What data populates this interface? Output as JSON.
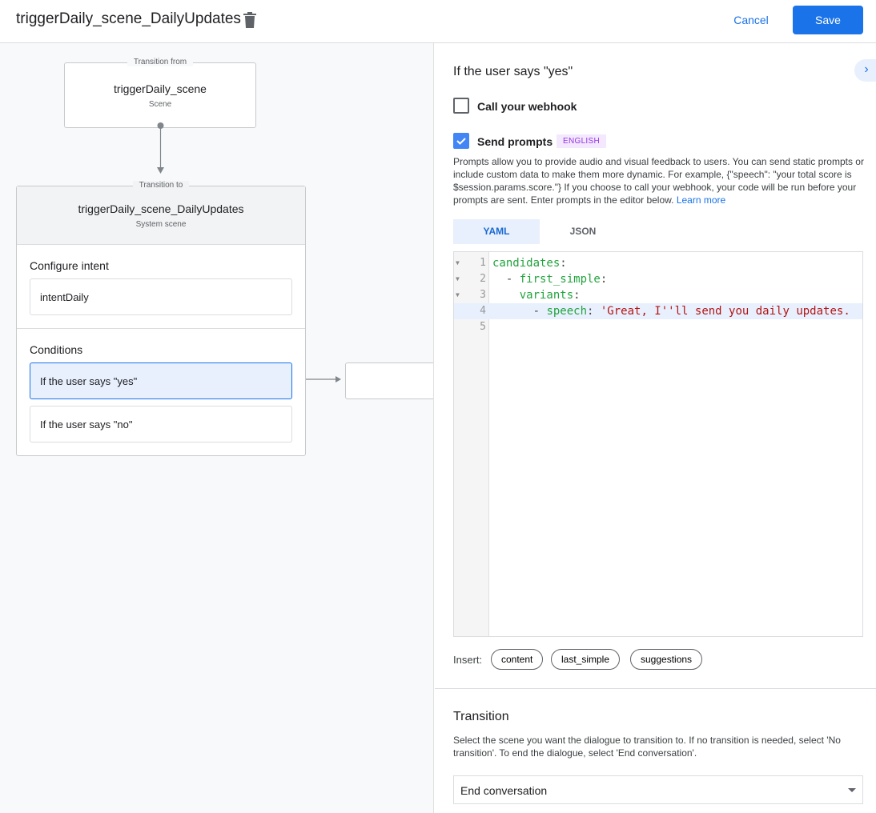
{
  "header": {
    "title": "triggerDaily_scene_DailyUpdates",
    "cancel": "Cancel",
    "save": "Save",
    "delete_icon": "trash-icon"
  },
  "canvas": {
    "from": {
      "legend": "Transition from",
      "name": "triggerDaily_scene",
      "type": "Scene"
    },
    "to": {
      "legend": "Transition to",
      "name": "triggerDaily_scene_DailyUpdates",
      "type": "System scene",
      "intent_heading": "Configure intent",
      "intent": "intentDaily",
      "conditions_heading": "Conditions",
      "conditions": [
        "If the user says \"yes\"",
        "If the user says \"no\""
      ]
    }
  },
  "panel": {
    "title": "If the user says \"yes\"",
    "webhook": {
      "label": "Call your webhook",
      "checked": false
    },
    "prompts": {
      "label": "Send prompts",
      "checked": true,
      "badge": "ENGLISH"
    },
    "description": "Prompts allow you to provide audio and visual feedback to users. You can send static prompts or include custom data to make them more dynamic. For example, {\"speech\": \"your total score is $session.params.score.\"} If you choose to call your webhook, your code will be run before your prompts are sent. Enter prompts in the editor below.",
    "learn_more": "Learn more",
    "tabs": [
      "YAML",
      "JSON"
    ],
    "active_tab": "YAML",
    "code_lines": [
      {
        "n": "1",
        "key": "candidates",
        "indent": "",
        "dash": "",
        "val": ""
      },
      {
        "n": "2",
        "key": "first_simple",
        "indent": "  ",
        "dash": "- ",
        "val": ""
      },
      {
        "n": "3",
        "key": "variants",
        "indent": "    ",
        "dash": "",
        "val": ""
      },
      {
        "n": "4",
        "key": "speech",
        "indent": "      ",
        "dash": "- ",
        "val": " 'Great, I''ll send you daily updates."
      },
      {
        "n": "5",
        "key": "",
        "indent": "",
        "dash": "",
        "val": ""
      }
    ],
    "insert_label": "Insert:",
    "insert_chips": [
      "content",
      "last_simple",
      "suggestions"
    ],
    "transition": {
      "title": "Transition",
      "description": "Select the scene you want the dialogue to transition to. If no transition is needed, select 'No transition'. To end the dialogue, select 'End conversation'.",
      "selected": "End conversation"
    }
  },
  "colors": {
    "accent": "#1a73e8",
    "yaml_key": "#22a33d",
    "yaml_string": "#b31412",
    "badge": "#9334e6"
  }
}
